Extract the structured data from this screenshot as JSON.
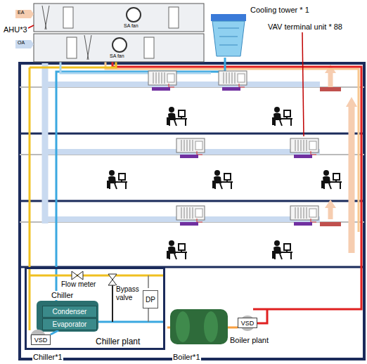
{
  "diagram": {
    "nodes": [
      {
        "text": [
          "Chiller plant"
        ]
      },
      {
        "text": [
          "Condenser"
        ],
        "in": 0
      },
      {
        "text": [
          "Evaporator"
        ],
        "in": 0
      },
      {
        "text": [
          "DP"
        ],
        "in": 0
      },
      {
        "text": [
          "VSD"
        ],
        "in": 0
      },
      {
        "text": [
          "VSD"
        ]
      }
    ],
    "edges": [
      {
        "from": 4,
        "to": 2,
        "arrow": "none"
      }
    ],
    "labels": [
      "AHU*3",
      "EA",
      "SA fan",
      "OA",
      "SA fan",
      "Cooling tower * 1",
      "VAV terminal unit * 88",
      "Flow meter",
      "Chiller",
      "Bypass valve",
      "Boiler plant",
      "Chiller*1",
      "Boiler*1"
    ]
  }
}
